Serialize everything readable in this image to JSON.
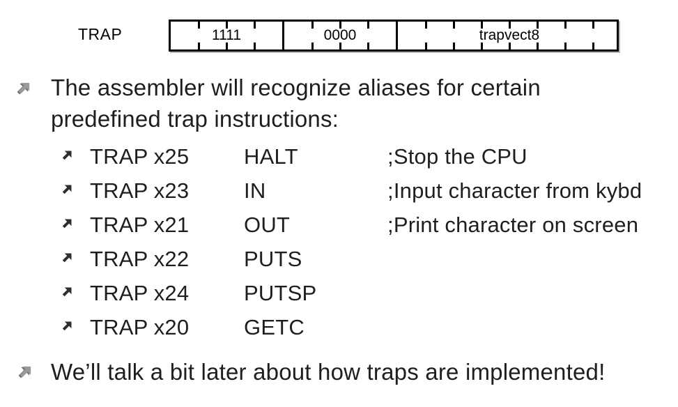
{
  "diagram": {
    "label": "TRAP",
    "fields": [
      {
        "bits": 4,
        "value": "1111"
      },
      {
        "bits": 4,
        "value": "0000"
      },
      {
        "bits": 8,
        "value": "trapvect8"
      }
    ]
  },
  "bullets": {
    "intro_line1": "The assembler will recognize aliases for certain",
    "intro_line2": "predefined trap instructions:",
    "outro": "We’ll talk a bit later about how traps are implemented!"
  },
  "trap_table": {
    "rows": [
      {
        "instruction": "TRAP x25",
        "alias": "HALT",
        "comment": ";Stop the CPU"
      },
      {
        "instruction": "TRAP x23",
        "alias": "IN",
        "comment": ";Input character from kybd"
      },
      {
        "instruction": "TRAP x21",
        "alias": "OUT",
        "comment": ";Print character on screen"
      },
      {
        "instruction": "TRAP x22",
        "alias": "PUTS",
        "comment": ""
      },
      {
        "instruction": "TRAP x24",
        "alias": "PUTSP",
        "comment": ""
      },
      {
        "instruction": "TRAP x20",
        "alias": "GETC",
        "comment": ""
      }
    ]
  },
  "colors": {
    "background": "#ffffff",
    "text": "#1e1e1e",
    "diagram_border": "#000000",
    "bullet_main": "#9a9a9a",
    "bullet_sub": "#2e2e2e"
  }
}
